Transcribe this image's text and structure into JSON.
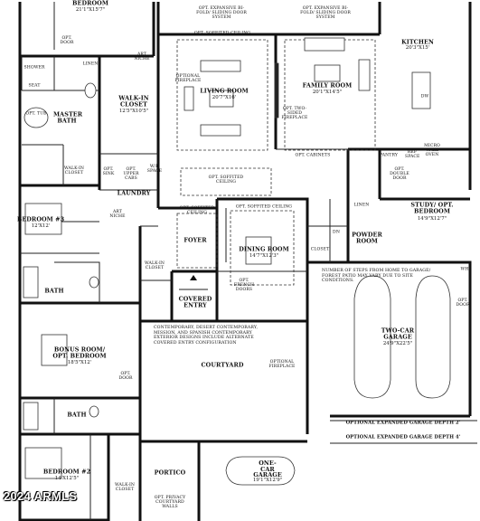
{
  "rooms": {
    "bedroom_top": {
      "name": "BEDROOM",
      "dims": "21'1\"X15'7\""
    },
    "kitchen": {
      "name": "KITCHEN",
      "dims": "20'3\"X15'"
    },
    "living": {
      "name": "LIVING ROOM",
      "dims": "20'7\"X16'"
    },
    "family": {
      "name": "FAMILY ROOM",
      "dims": "20'1\"X14'5\""
    },
    "walkin_master": {
      "name": "WALK-IN CLOSET",
      "dims": "12'5\"X10'5\""
    },
    "master_bath": {
      "name": "MASTER BATH"
    },
    "bedroom3": {
      "name": "BEDROOM #3",
      "dims": "12'X12'"
    },
    "laundry": {
      "name": "LAUNDRY"
    },
    "foyer": {
      "name": "FOYER"
    },
    "dining": {
      "name": "DINING ROOM",
      "dims": "14'7\"X12'3\""
    },
    "powder": {
      "name": "POWDER ROOM"
    },
    "study": {
      "name": "STUDY/ OPT. BEDROOM",
      "dims": "14'9\"X12'7\""
    },
    "bath_mid": {
      "name": "BATH"
    },
    "bath_low": {
      "name": "BATH"
    },
    "covered_entry": {
      "name": "COVERED ENTRY"
    },
    "bonus": {
      "name": "BONUS ROOM/ OPT. BEDROOM",
      "dims": "18'5\"X12'"
    },
    "courtyard": {
      "name": "COURTYARD"
    },
    "two_car": {
      "name": "TWO-CAR GARAGE",
      "dims": "24'9\"X22'5\""
    },
    "bedroom2": {
      "name": "BEDROOM #2",
      "dims": "14'X12'5\""
    },
    "portico": {
      "name": "PORTICO"
    },
    "one_car": {
      "name": "ONE-CAR GARAGE",
      "dims": "19'1\"X12'9\""
    }
  },
  "labels": {
    "opt_door": "OPT. DOOR",
    "linen": "LINEN",
    "shower": "SHOWER",
    "seat": "SEAT",
    "tub": "OPT. TUB",
    "art_niche": "ART NICHE",
    "walkin_closet": "WALK-IN CLOSET",
    "sliding_1": "OPT. EXPANSIVE BI-FOLD/ SLIDING DOOR SYSTEM",
    "sliding_2": "OPT. EXPANSIVE BI-FOLD/ SLIDING DOOR SYSTEM",
    "soffit_top": "OPT. SOFFITED CEILING",
    "soffit_mid": "OPT. SOFFITED CEILING",
    "soffit_foyer": "OPT. SOFFITED CEILING",
    "soffit_dining": "OPT. SOFFITED CEILING",
    "fireplace_living": "OPTIONAL FIREPLACE",
    "two_sided_fireplace": "OPT. TWO-SIDED FIREPLACE",
    "opt_cabinets": "OPT. CABINETS",
    "pantry": "PANTRY",
    "ref_space": "REF SPACE",
    "micro_wall_oven": "MICRO WALL OVEN",
    "dw": "DW",
    "opt_sink": "OPT. SINK",
    "opt_upper_cabs": "OPT. UPPER CABS",
    "wd_space": "W/D SPACE",
    "opt_double_door": "OPT. DOUBLE DOOR",
    "closet": "CLOSET",
    "dn": "DN",
    "opt_french_doors": "OPT. FRENCH DOORS",
    "steps_note": "NUMBER OF STEPS FROM HOME TO GARAGE/ FOREST PATIO MAY VARY DUE TO SITE CONDITIONS.",
    "wh": "WH",
    "opt_fireplace_court": "OPTIONAL FIREPLACE",
    "style_note": "CONTEMPORARY, DESERT CONTEMPORARY, MISSION, AND SPANISH CONTEMPORARY EXTERIOR DESIGNS INCLUDE ALTERNATE COVERED ENTRY CONFIGURATION",
    "garage_depth_2": "OPTIONAL EXPANDED GARAGE DEPTH 2'",
    "garage_depth_4": "OPTIONAL EXPANDED GARAGE DEPTH 4'",
    "privacy_walls": "OPT. PRIVACY COURTYARD WALLS"
  },
  "watermark": "2024 ARMLS"
}
